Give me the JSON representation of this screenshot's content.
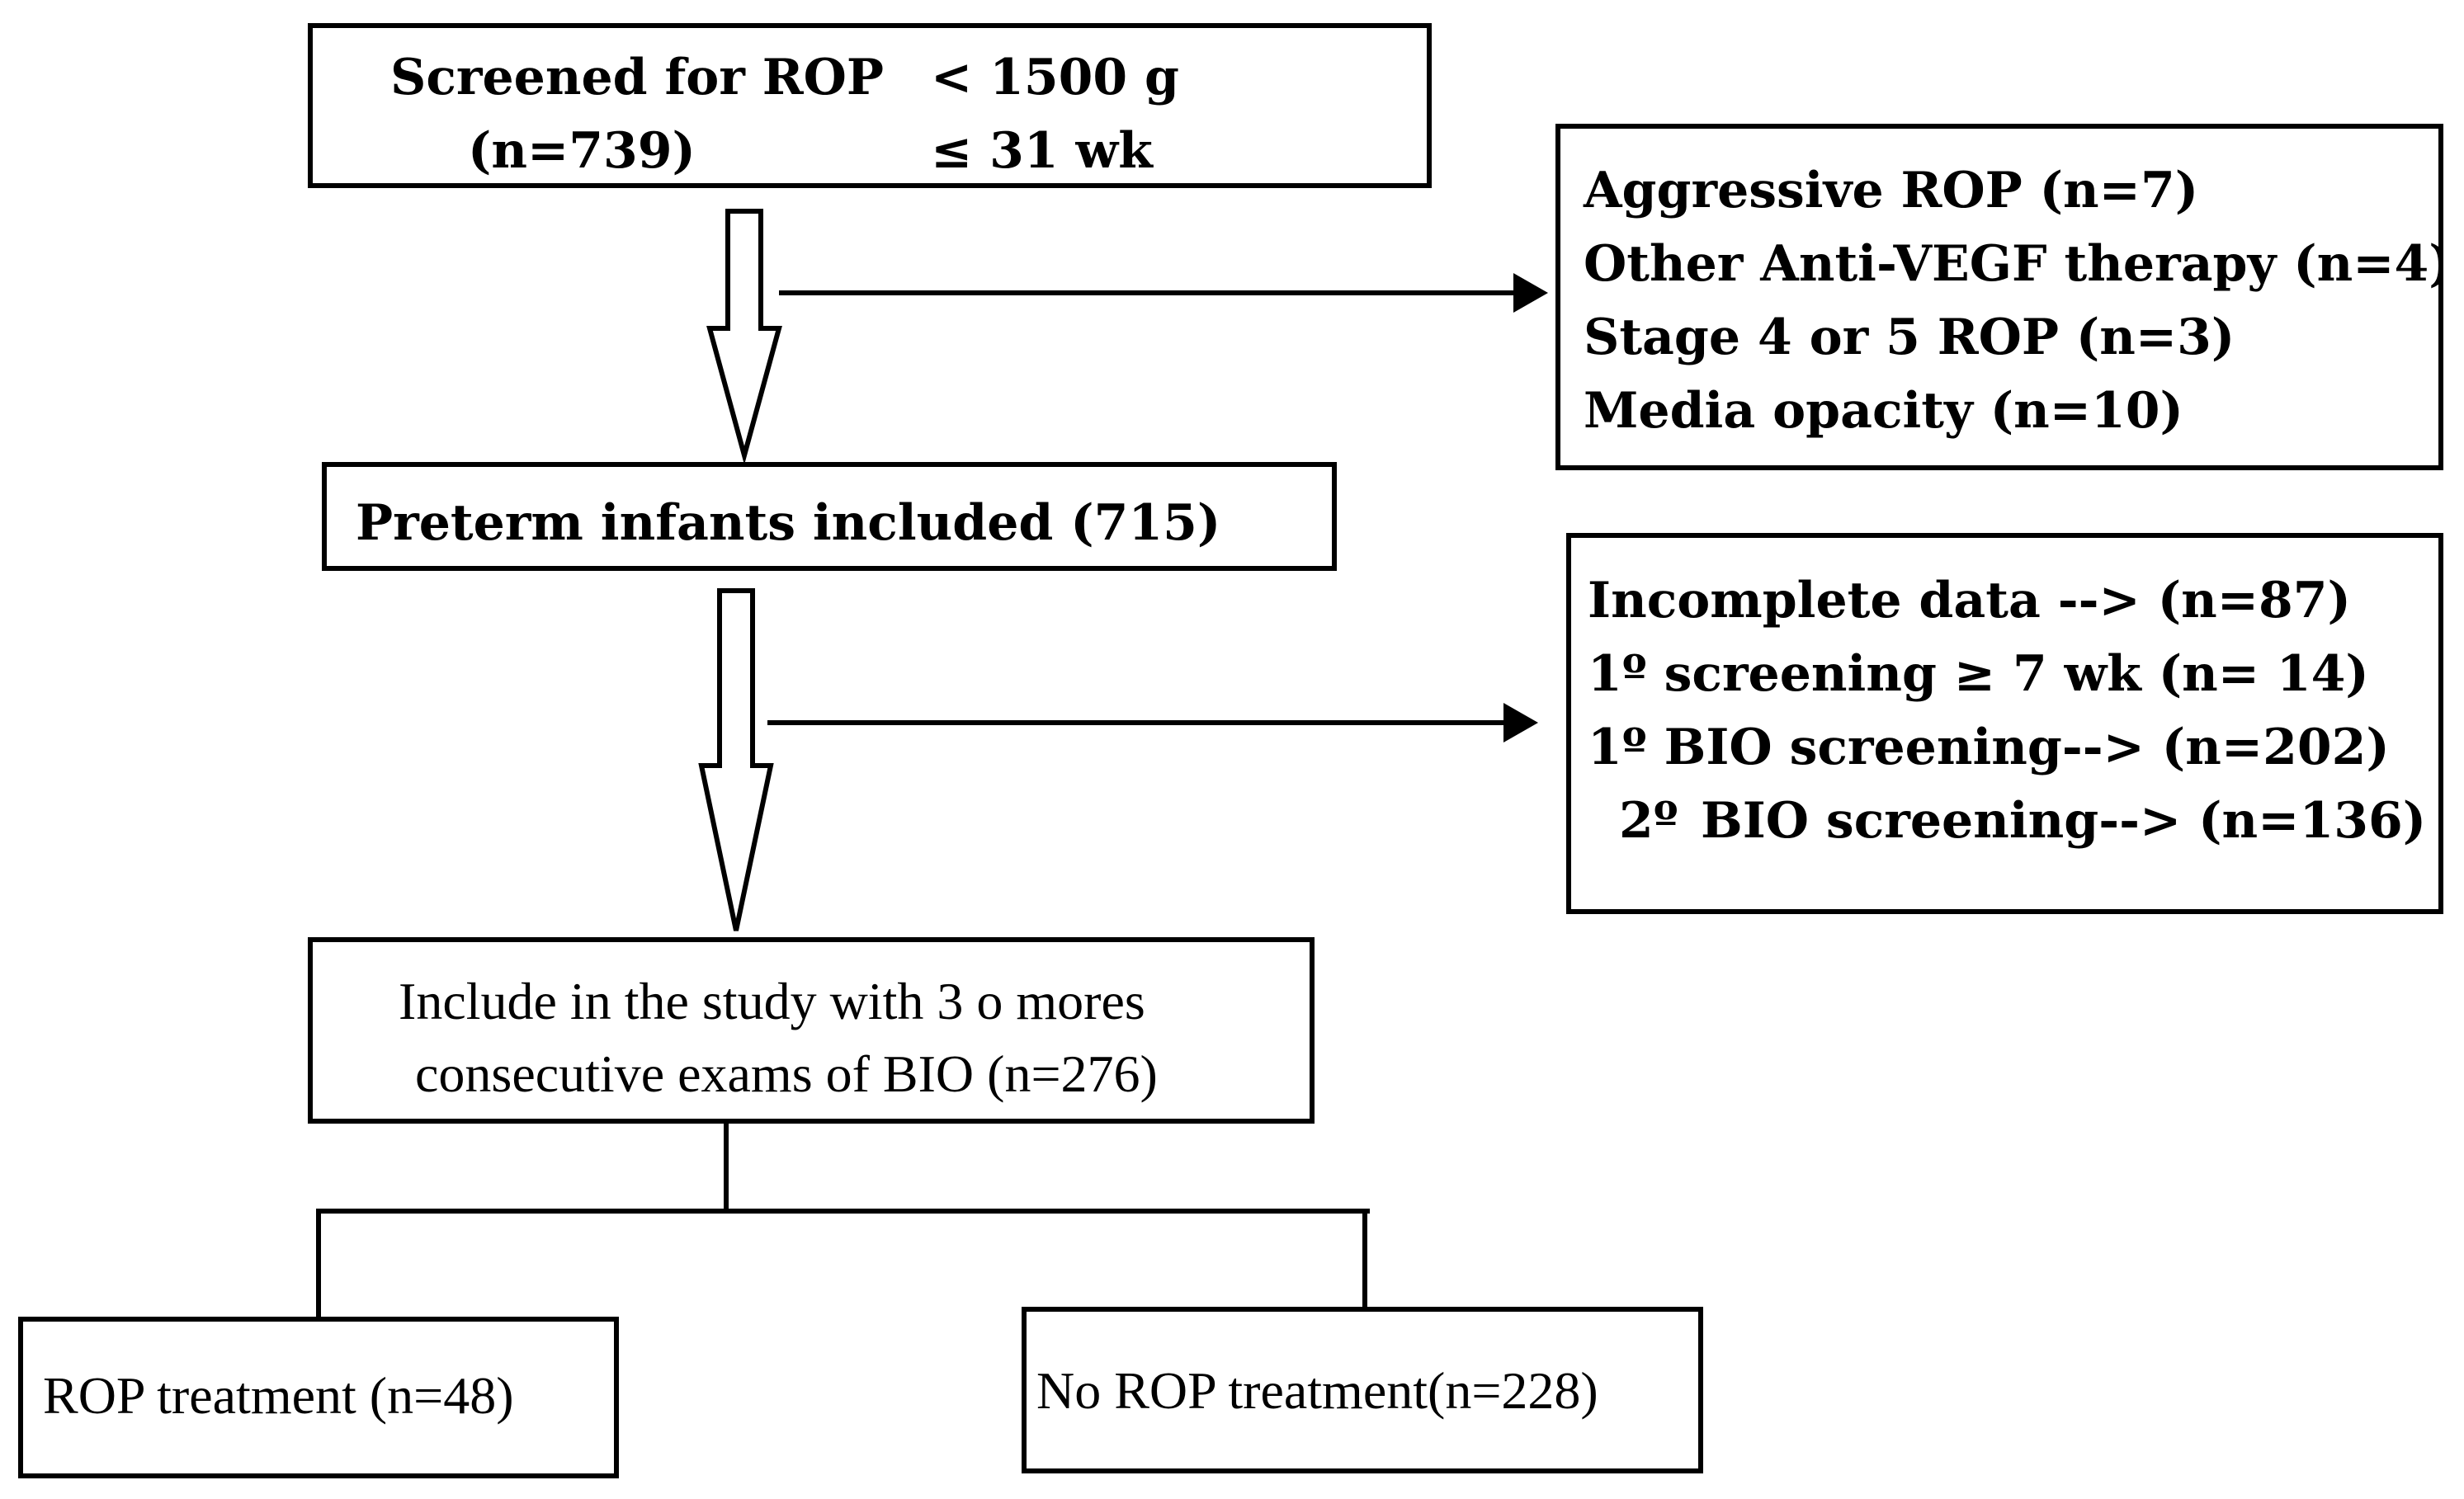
{
  "boxes": {
    "screened": {
      "label": "Screened for ROP",
      "count": "(n=739)",
      "weight_criterion": "< 1500 g",
      "age_criterion": "≤ 31 wk"
    },
    "exclusions_1": {
      "lines": [
        "Aggressive ROP (n=7)",
        "Other Anti-VEGF therapy (n=4)",
        "Stage 4 or 5 ROP (n=3)",
        "Media opacity (n=10)"
      ]
    },
    "included": {
      "label": "Preterm infants included (715)"
    },
    "exclusions_2": {
      "lines": [
        "Incomplete data --> (n=87)",
        "1º screening ≥ 7 wk (n= 14)",
        "1º BIO screening--> (n=202)"
      ],
      "line4_prefix": "2º",
      "line4_rest": "BIO screening--> (n=136)"
    },
    "study": {
      "line1": "Include in the study with 3 o mores",
      "line2": "consecutive  exams of  BIO (n=276)"
    },
    "treated": {
      "label": "ROP treatment (n=48)"
    },
    "not_treated": {
      "label": "No ROP treatment(n=228)"
    }
  },
  "colors": {
    "line": "#000000",
    "background": "#ffffff"
  }
}
